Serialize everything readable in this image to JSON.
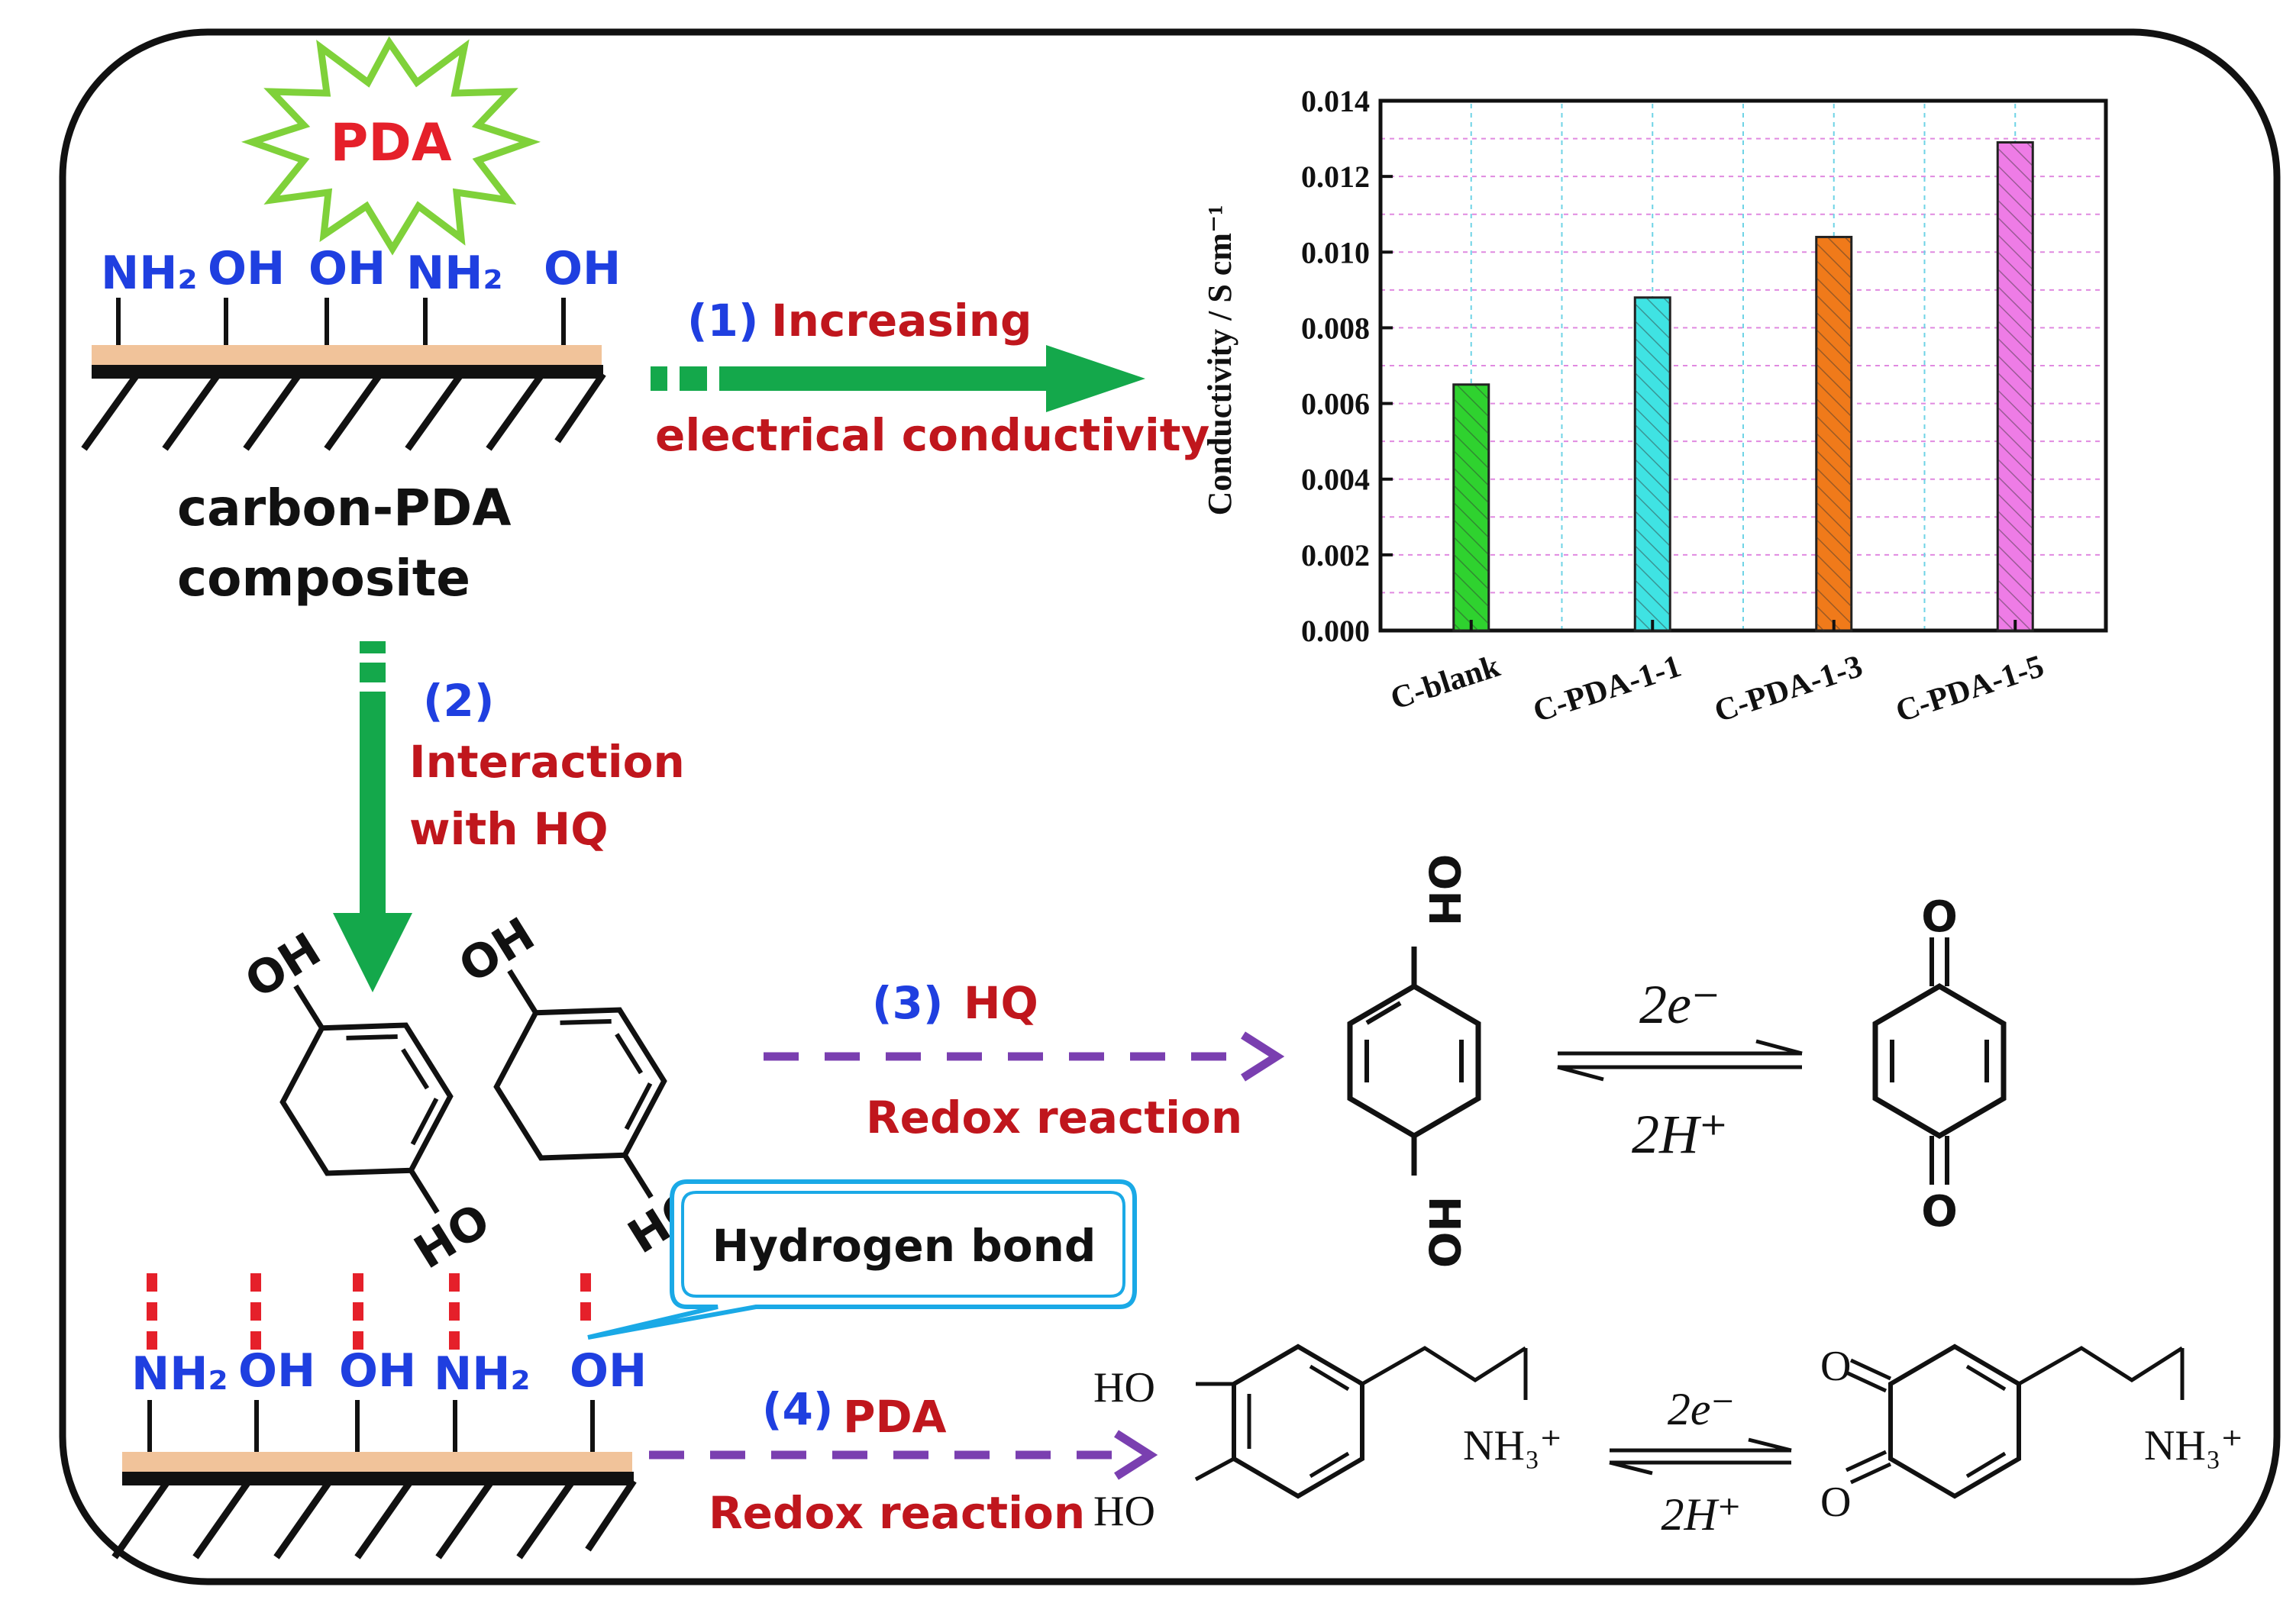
{
  "pda_badge": "PDA",
  "surface_top": {
    "groups": [
      "NH₂",
      "OH",
      "OH",
      "NH₂",
      "OH"
    ]
  },
  "composite_label": {
    "line1": "carbon-PDA",
    "line2": "composite"
  },
  "step1": {
    "num": "(1)",
    "line1": "Increasing",
    "line2": "electrical conductivity"
  },
  "step2": {
    "num": "(2)",
    "line1": "Interaction",
    "line2": "with HQ"
  },
  "step3": {
    "num": "(3)",
    "name": "HQ",
    "line2": "Redox reaction"
  },
  "step4": {
    "num": "(4)",
    "name": "PDA",
    "line2": "Redox reaction"
  },
  "hq_molecule": {
    "oh": "OH",
    "ho": "HO"
  },
  "callout": {
    "text": "Hydrogen bond"
  },
  "surface_bottom": {
    "groups": [
      "NH₂",
      "OH",
      "OH",
      "NH₂",
      "OH"
    ]
  },
  "hq_redox": {
    "top": "2e⁻",
    "bottom": "2H⁺",
    "oh_label": "OH",
    "ho_label": "HO",
    "o_label": "O"
  },
  "pda_redox": {
    "ho": "HO",
    "nh3": "NH₃⁺",
    "top": "2e⁻",
    "bottom": "2H⁺",
    "o": "O"
  },
  "colors": {
    "green": "#14a84b",
    "purple": "#7a3fb0",
    "blue": "#1f3fe0",
    "red": "#c0161d",
    "tan": "#f1c39a",
    "bar1": "#2fd22f",
    "bar2": "#3fe3e3",
    "bar3": "#f07a1a",
    "bar4": "#ee7ce6"
  },
  "chart_data": {
    "type": "bar",
    "categories": [
      "C-blank",
      "C-PDA-1-1",
      "C-PDA-1-3",
      "C-PDA-1-5"
    ],
    "values": [
      0.0065,
      0.0088,
      0.0104,
      0.0129
    ],
    "ylabel": "Conductivity / S cm⁻¹",
    "ylim": [
      0,
      0.014
    ],
    "yticks": [
      "0.000",
      "0.002",
      "0.004",
      "0.006",
      "0.008",
      "0.010",
      "0.012",
      "0.014"
    ],
    "grid": true,
    "bar_colors": [
      "#2fd22f",
      "#3fe3e3",
      "#f07a1a",
      "#ee7ce6"
    ]
  }
}
